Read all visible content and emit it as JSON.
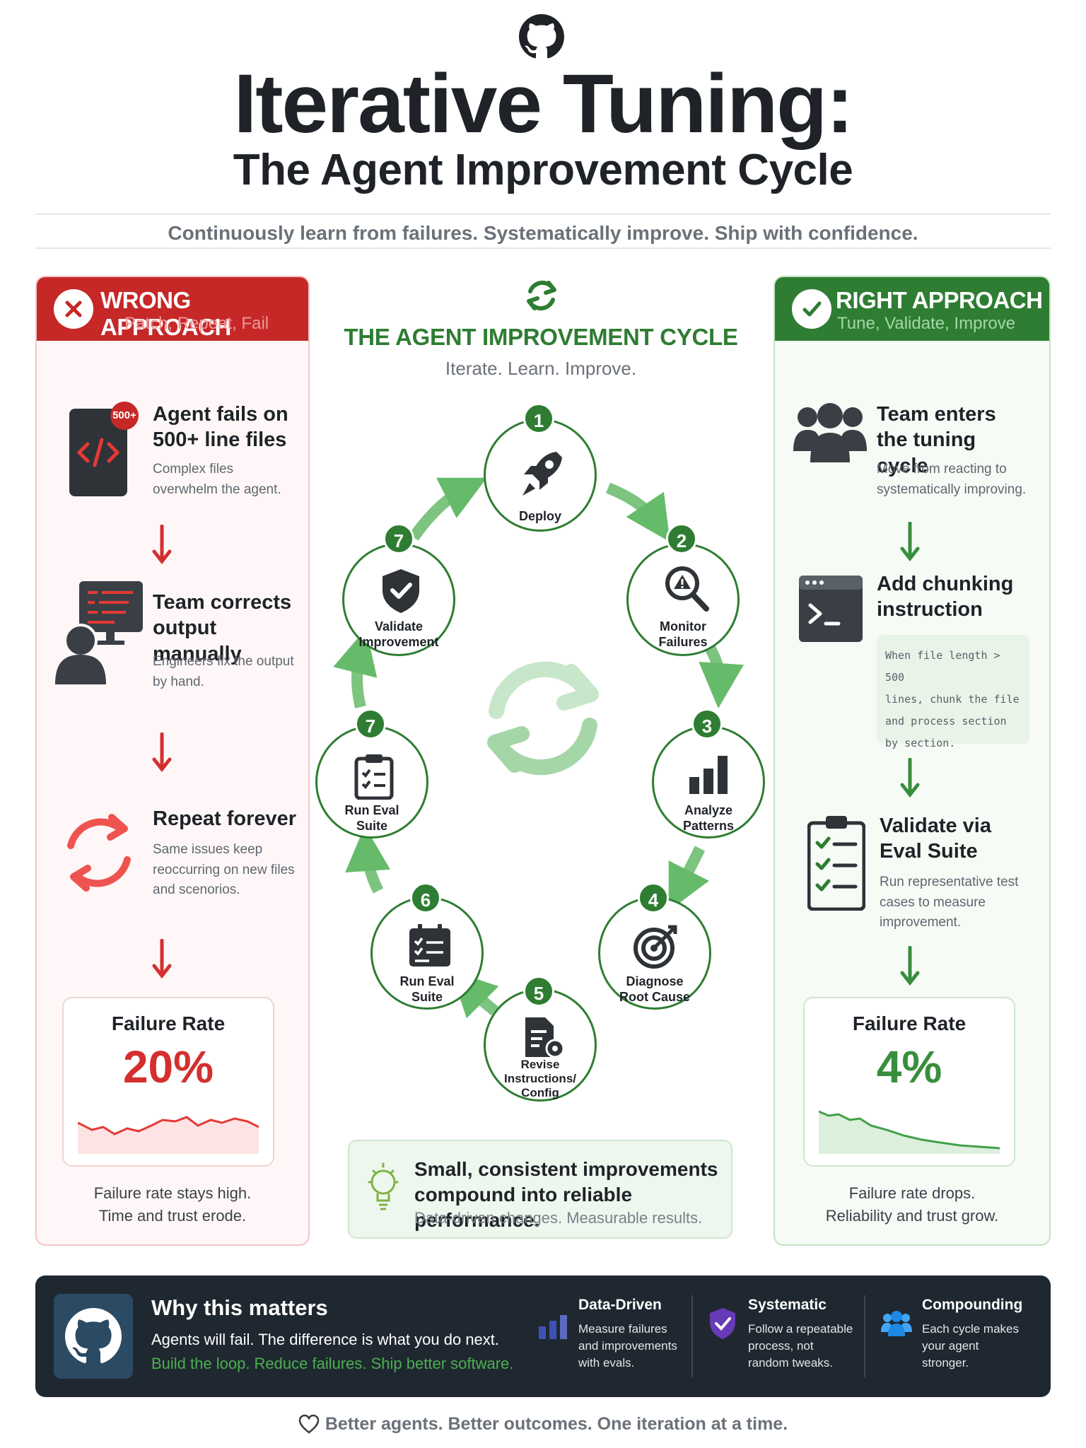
{
  "header": {
    "title": "Iterative Tuning:",
    "subtitle": "The Agent Improvement Cycle",
    "tagline": "Continuously learn from failures. Systematically improve. Ship with confidence."
  },
  "wrong": {
    "title": "WRONG APPROACH",
    "subtitle": "Patch, Repeat, Fail",
    "steps": [
      {
        "title": "Agent fails on 500+ line files",
        "desc": "Complex files overwhelm the agent.",
        "badge": "500+"
      },
      {
        "title": "Team corrects output manually",
        "desc": "Engineers fix the output by hand."
      },
      {
        "title": "Repeat forever",
        "desc": "Same issues keep reoccurring on new files and scenorios."
      }
    ],
    "rate_label": "Failure Rate",
    "rate_value": "20%",
    "rate_percent": 20,
    "caption_1": "Failure rate stays high.",
    "caption_2": "Time and trust erode."
  },
  "right": {
    "title": "RIGHT APPROACH",
    "subtitle": "Tune, Validate, Improve",
    "steps": [
      {
        "title": "Team enters the tuning cycle",
        "desc": "Move from reacting to systematically improving."
      },
      {
        "title": "Add chunking instruction",
        "code_1": "When file length > 500",
        "code_2": "lines, chunk the file",
        "code_3": "and process section",
        "code_4": "by section."
      },
      {
        "title": "Validate via Eval Suite",
        "desc": "Run representative test cases to measure improvement."
      }
    ],
    "rate_label": "Failure Rate",
    "rate_value": "4%",
    "rate_percent": 4,
    "caption_1": "Failure rate drops.",
    "caption_2": "Reliability and trust grow."
  },
  "cycle": {
    "title": "THE AGENT IMPROVEMENT CYCLE",
    "subtitle": "Iterate. Learn. Improve.",
    "nodes": [
      {
        "num": "1",
        "l1": "Deploy",
        "l2": "",
        "l3": "",
        "icon": "rocket-icon"
      },
      {
        "num": "2",
        "l1": "Monitor",
        "l2": "Failures",
        "l3": "",
        "icon": "magnifier-alert-icon"
      },
      {
        "num": "3",
        "l1": "Analyze",
        "l2": "Patterns",
        "l3": "",
        "icon": "bar-chart-icon"
      },
      {
        "num": "4",
        "l1": "Diagnose",
        "l2": "Root Cause",
        "l3": "",
        "icon": "target-icon"
      },
      {
        "num": "5",
        "l1": "Revise",
        "l2": "Instructions/",
        "l3": "Config",
        "icon": "doc-gear-icon"
      },
      {
        "num": "6",
        "l1": "Run Eval",
        "l2": "Suite",
        "l3": "",
        "icon": "checklist-icon"
      },
      {
        "num": "7",
        "l1": "Run Eval",
        "l2": "Suite",
        "l3": "",
        "icon": "clipboard-icon"
      },
      {
        "num": "7",
        "l1": "Validate",
        "l2": "Improvement",
        "l3": "",
        "icon": "shield-check-icon"
      }
    ],
    "insight_1": "Small, consistent improvements",
    "insight_2": "compound into reliable performance.",
    "insight_3": "Data-driven changes. Measurable results."
  },
  "footer": {
    "title": "Why this matters",
    "line1": "Agents will fail. The difference is what you do next.",
    "line2": "Build the loop. Reduce failures. Ship better software.",
    "items": [
      {
        "title": "Data-Driven",
        "d1": "Measure failures",
        "d2": "and improvements",
        "d3": "with evals."
      },
      {
        "title": "Systematic",
        "d1": "Follow a repeatable",
        "d2": "process, not",
        "d3": "random tweaks."
      },
      {
        "title": "Compounding",
        "d1": "Each cycle makes",
        "d2": "your agent",
        "d3": "stronger."
      }
    ]
  },
  "bottom_note": "Better agents. Better outcomes. One iteration at a time.",
  "colors": {
    "red": "#c62828",
    "green": "#2e7d32",
    "dark": "#1f2830"
  }
}
